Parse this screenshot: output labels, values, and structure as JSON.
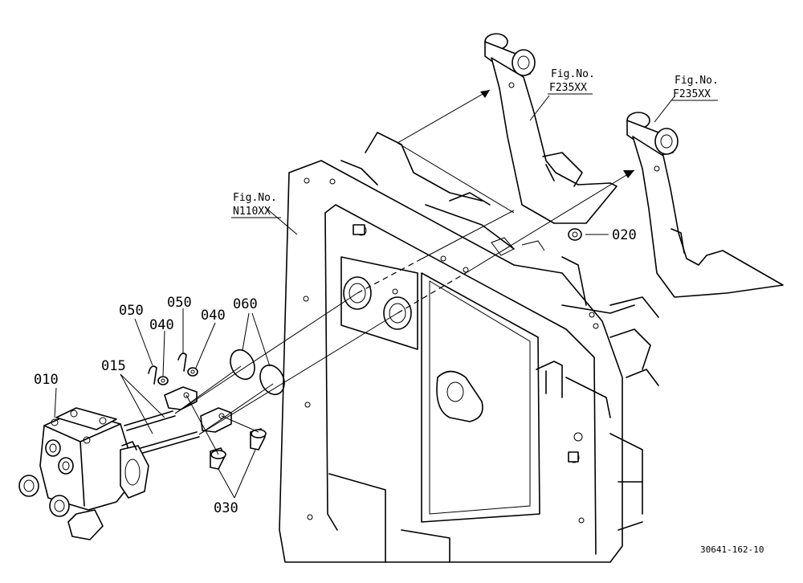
{
  "callouts": {
    "part_010": "010",
    "part_015": "015",
    "part_020": "020",
    "part_030": "030",
    "part_040_left": "040",
    "part_040_right": "040",
    "part_050_left": "050",
    "part_050_right": "050",
    "part_060": "060"
  },
  "figure_refs": {
    "frame": {
      "label": "Fig.No.",
      "number": "N110XX"
    },
    "pedal_left": {
      "label": "Fig.No.",
      "number": "F235XX"
    },
    "pedal_right": {
      "label": "Fig.No.",
      "number": "F235XX"
    }
  },
  "drawing_code": "30641-162-10"
}
